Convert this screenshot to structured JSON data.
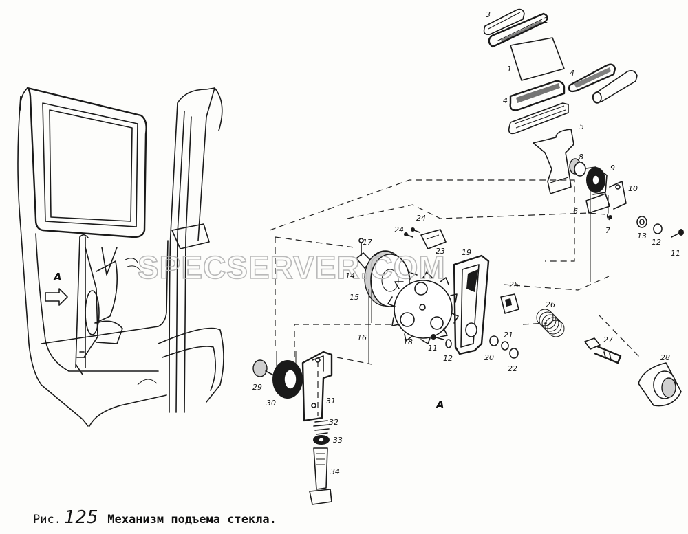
{
  "caption": {
    "prefix": "Рис.",
    "figure_number": "125",
    "title": "Механизм подъема стекла."
  },
  "watermark": "SPECSERVER.COM",
  "view_letter": "A",
  "callouts": [
    "1",
    "2",
    "3",
    "4",
    "5",
    "6",
    "7",
    "8",
    "9",
    "10",
    "11",
    "12",
    "13",
    "14",
    "15",
    "16",
    "17",
    "18",
    "19",
    "20",
    "21",
    "22",
    "23",
    "24",
    "25",
    "26",
    "27",
    "28",
    "29",
    "30",
    "31",
    "32",
    "33",
    "34"
  ],
  "callouts_repeat": [
    "4",
    "11",
    "12",
    "24"
  ]
}
